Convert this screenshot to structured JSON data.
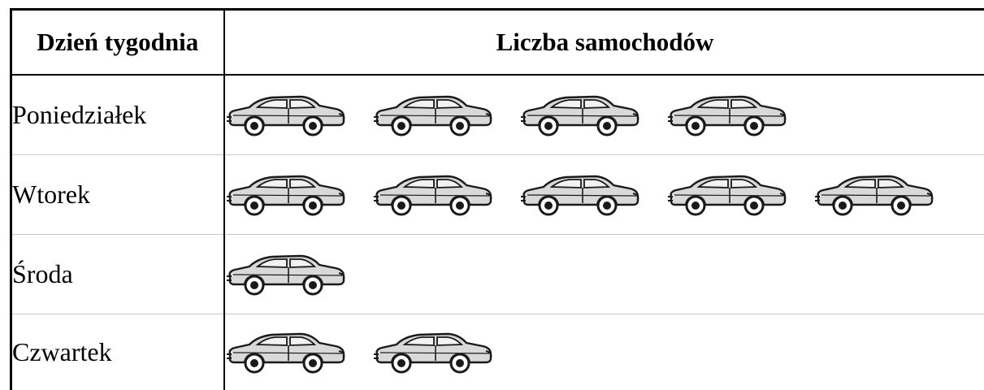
{
  "chart_data": {
    "type": "table",
    "columns": [
      "Dzień tygodnia",
      "Liczba samochodów"
    ],
    "rows": [
      {
        "day": "Poniedziałek",
        "count": 4
      },
      {
        "day": "Wtorek",
        "count": 5
      },
      {
        "day": "Środa",
        "count": 1
      },
      {
        "day": "Czwartek",
        "count": 2
      }
    ],
    "icon": "car-icon",
    "colors": {
      "car_fill": "#d9d9d9",
      "car_outline": "#1a1a1a",
      "grid_line": "#c8c8c8",
      "border": "#000000"
    }
  }
}
